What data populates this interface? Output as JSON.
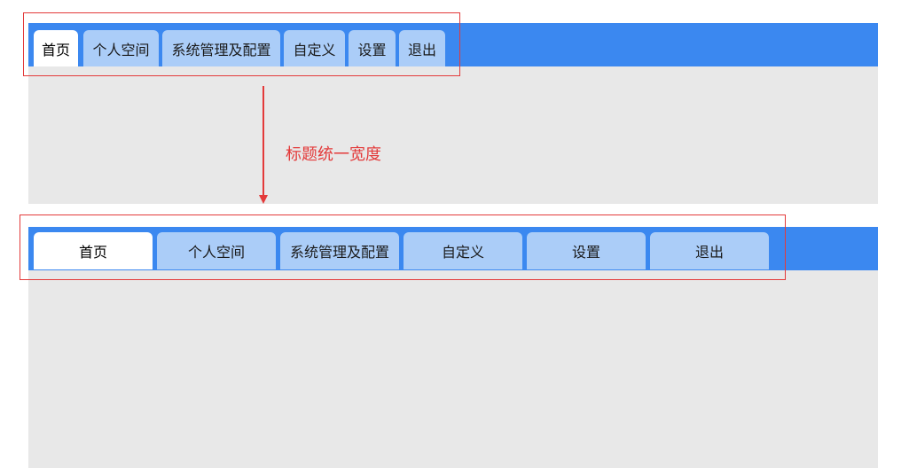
{
  "top_tabs": [
    {
      "label": "首页",
      "active": true
    },
    {
      "label": "个人空间",
      "active": false
    },
    {
      "label": "系统管理及配置",
      "active": false
    },
    {
      "label": "自定义",
      "active": false
    },
    {
      "label": "设置",
      "active": false
    },
    {
      "label": "退出",
      "active": false
    }
  ],
  "annotation": {
    "label": "标题统一宽度"
  },
  "bottom_tabs": [
    {
      "label": "首页",
      "active": true
    },
    {
      "label": "个人空间",
      "active": false
    },
    {
      "label": "系统管理及配置",
      "active": false
    },
    {
      "label": "自定义",
      "active": false
    },
    {
      "label": "设置",
      "active": false
    },
    {
      "label": "退出",
      "active": false
    }
  ],
  "colors": {
    "tabbar_blue": "#3b88f0",
    "tab_inactive": "#abcdf8",
    "tab_active": "#ffffff",
    "panel_gray": "#e8e8e8",
    "annotation_red": "#e33a3a"
  }
}
